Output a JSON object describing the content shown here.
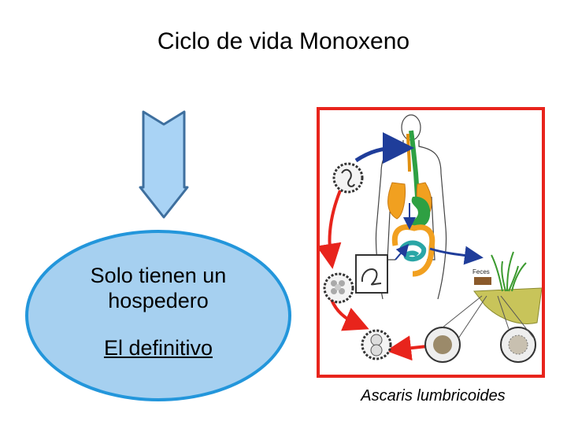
{
  "title": "Ciclo de vida Monoxeno",
  "ellipse": {
    "line1": "Solo tienen un",
    "line2": "hospedero",
    "line3": "El definitivo"
  },
  "figure": {
    "caption": "Ascaris lumbricoides",
    "feces_label": "Feces"
  },
  "colors": {
    "arrow_fill": "#a9d3f5",
    "arrow_stroke": "#3e6f9e",
    "ellipse_fill": "#a6d0f0",
    "ellipse_stroke": "#2396db",
    "frame_border": "#e8241c",
    "cycle_arrow_blue": "#1f3d9a",
    "cycle_arrow_red": "#e8241c"
  }
}
